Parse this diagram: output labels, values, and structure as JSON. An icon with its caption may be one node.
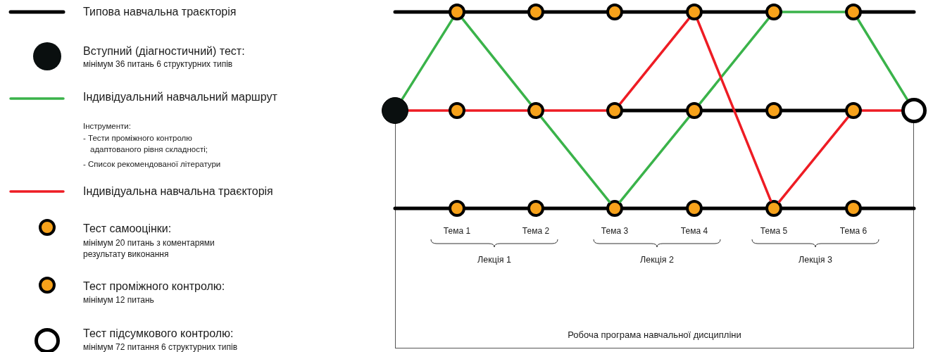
{
  "diagram": {
    "nodes": [
      {
        "text": [
          "Робоча програма навчальної дисципліни"
        ]
      },
      {
        "text": [],
        "shape": "circle"
      },
      {
        "text": [],
        "shape": "circle"
      },
      {
        "text": [],
        "shape": "circle"
      },
      {
        "text": [],
        "shape": "circle"
      },
      {
        "text": [],
        "shape": "circle"
      },
      {
        "text": [],
        "shape": "circle"
      },
      {
        "text": [],
        "shape": "circle"
      },
      {
        "text": [],
        "shape": "circle"
      },
      {
        "text": [],
        "shape": "circle"
      },
      {
        "text": [],
        "shape": "circle"
      },
      {
        "text": [],
        "shape": "circle"
      },
      {
        "text": [],
        "shape": "circle"
      },
      {
        "text": [],
        "shape": "circle"
      },
      {
        "text": [],
        "shape": "circle",
        "in": 0
      },
      {
        "text": [],
        "shape": "circle",
        "in": 0
      },
      {
        "text": [],
        "shape": "circle",
        "in": 0
      },
      {
        "text": [],
        "shape": "circle",
        "in": 0
      },
      {
        "text": [],
        "shape": "circle",
        "in": 0
      },
      {
        "text": [],
        "shape": "circle",
        "in": 0
      },
      {
        "text": [],
        "shape": "circle"
      }
    ],
    "edges": [
      {
        "from": null,
        "to": 2,
        "arrow": "none"
      },
      {
        "from": 2,
        "to": 3,
        "arrow": "none"
      },
      {
        "from": 3,
        "to": 4,
        "arrow": "none"
      },
      {
        "from": 4,
        "to": 5,
        "arrow": "none"
      },
      {
        "from": 5,
        "to": 6,
        "arrow": "none"
      },
      {
        "from": 6,
        "to": 7,
        "arrow": "none",
        "color": "#3ab34a"
      },
      {
        "from": 7,
        "to": null,
        "arrow": "none"
      },
      {
        "from": 1,
        "to": 8,
        "arrow": "none",
        "color": "#ee1c24"
      },
      {
        "from": 8,
        "to": 9,
        "arrow": "none",
        "color": "#ee1c24"
      },
      {
        "from": 9,
        "to": 10,
        "arrow": "none",
        "color": "#ee1c24"
      },
      {
        "from": 10,
        "to": 11,
        "arrow": "none"
      },
      {
        "from": 11,
        "to": 12,
        "arrow": "none"
      },
      {
        "from": 12,
        "to": 13,
        "arrow": "none"
      },
      {
        "from": 13,
        "to": 20,
        "arrow": "none",
        "color": "#ee1c24"
      },
      {
        "from": 0,
        "to": 14,
        "arrow": "none"
      },
      {
        "from": 14,
        "to": 15,
        "arrow": "none"
      },
      {
        "from": 15,
        "to": 16,
        "arrow": "none"
      },
      {
        "from": 16,
        "to": 17,
        "arrow": "none"
      },
      {
        "from": 17,
        "to": 18,
        "arrow": "none"
      },
      {
        "from": 18,
        "to": 19,
        "arrow": "none"
      },
      {
        "from": 19,
        "to": 0,
        "arrow": "none"
      },
      {
        "from": 1,
        "to": 2,
        "arrow": "none",
        "color": "#3ab34a"
      },
      {
        "from": 2,
        "to": 9,
        "arrow": "none",
        "color": "#3ab34a"
      },
      {
        "from": 9,
        "to": 16,
        "arrow": "none",
        "color": "#3ab34a"
      },
      {
        "from": 16,
        "to": 11,
        "arrow": "none",
        "color": "#3ab34a"
      },
      {
        "from": 11,
        "to": 6,
        "arrow": "none",
        "color": "#3ab34a"
      },
      {
        "from": 7,
        "to": 20,
        "arrow": "none",
        "color": "#3ab34a"
      },
      {
        "from": 10,
        "to": 5,
        "arrow": "none",
        "color": "#ee1c24"
      },
      {
        "from": 5,
        "to": 18,
        "arrow": "none",
        "color": "#ee1c24"
      },
      {
        "from": 18,
        "to": 13,
        "arrow": "none",
        "color": "#ee1c24"
      }
    ],
    "labels": [
      "мінімум 36 питань 6 структурних типів",
      "Інструменти:",
      "- Тести проміжного контролю адаптованого рівня складності;",
      "- Список рекомендованої літератури",
      "мінімум 20 питань з коментарями результату виконання",
      "мінімум 12 питань",
      "мінімум 72 питання 6 структурних типів",
      "Тема 1",
      "Тема 2",
      "Тема 3",
      "Тема 4",
      "Тема 5",
      "Тема 6",
      "Лекція 1",
      "Лекція 2",
      "Лекція 3"
    ],
    "legend": [
      {
        "text": "Типова навчальна траєкторія"
      },
      {
        "text": "Вступний (діагностичний) тест:"
      },
      {
        "text": "Індивідуальний навчальний маршрут"
      },
      {
        "text": "Індивідуальна навчальна траєкторія"
      },
      {
        "text": "Тест самооцінки:"
      },
      {
        "text": "Тест проміжного контролю:"
      },
      {
        "text": "Тест підсумкового контролю:"
      }
    ]
  }
}
